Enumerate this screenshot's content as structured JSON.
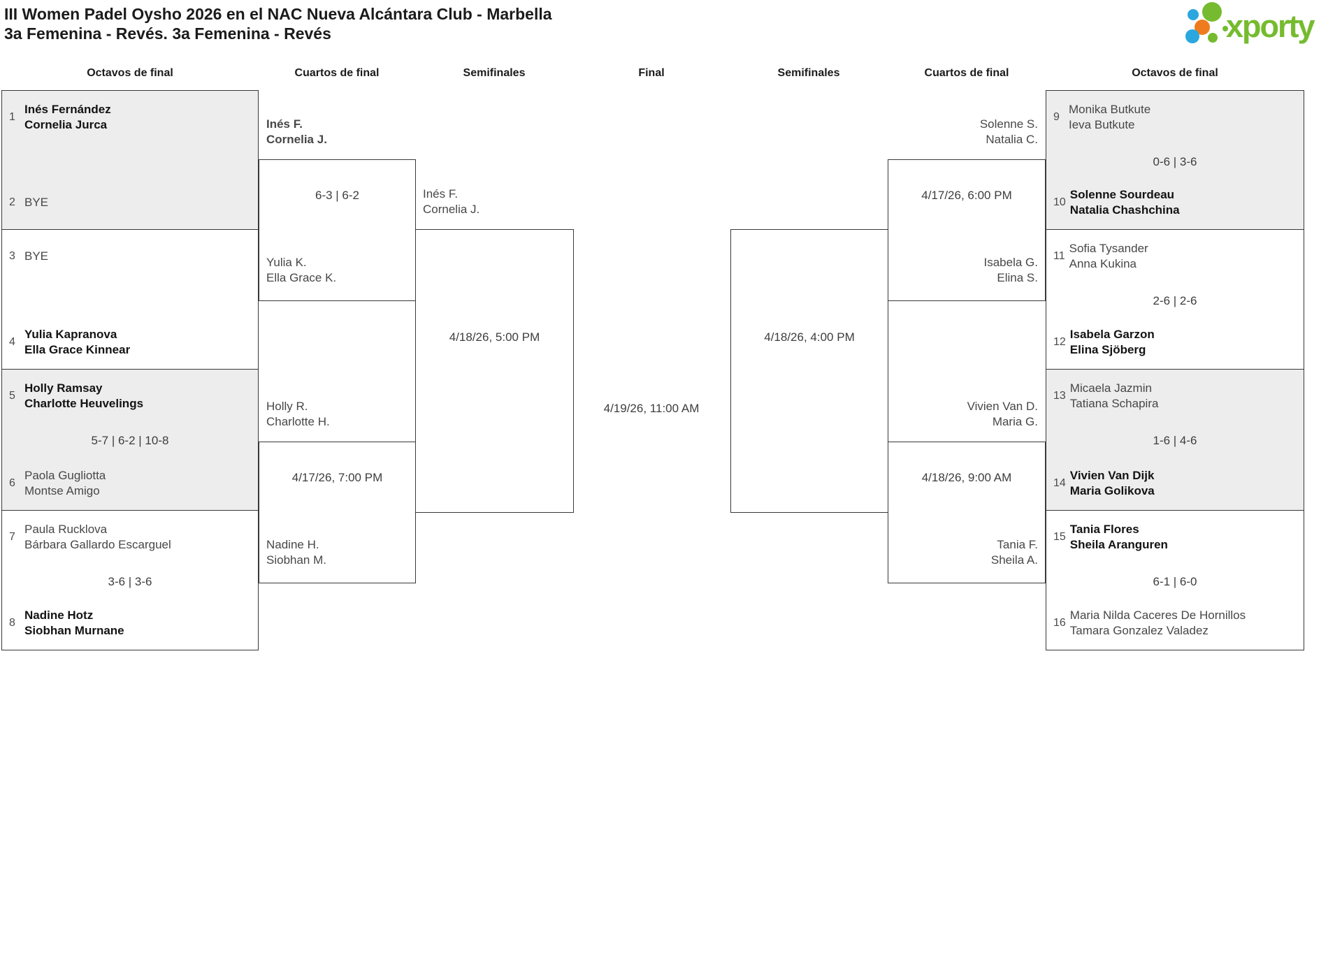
{
  "header": {
    "title": "III Women Padel Oysho 2026 en el NAC Nueva Alcántara Club - Marbella",
    "subtitle": "3a Femenina - Revés. 3a Femenina - Revés",
    "logo": {
      "wordmark": "xporty",
      "green": "#76bb2f",
      "blue": "#2ba7df",
      "orange": "#ee7c1e"
    }
  },
  "round_labels": {
    "octavos_left": "Octavos de final",
    "cuartos_left": "Cuartos de final",
    "semis_left": "Semifinales",
    "final": "Final",
    "semis_right": "Semifinales",
    "cuartos_right": "Cuartos de final",
    "octavos_right": "Octavos de final"
  },
  "bracket": {
    "octavos_left": [
      {
        "seed_a": "1",
        "team_a": [
          "Inés Fernández",
          "Cornelia Jurca"
        ],
        "a_winner": true,
        "score": "",
        "seed_b": "2",
        "team_b": [
          "BYE",
          ""
        ],
        "b_winner": false
      },
      {
        "seed_a": "3",
        "team_a": [
          "BYE",
          ""
        ],
        "a_winner": false,
        "score": "",
        "seed_b": "4",
        "team_b": [
          "Yulia Kapranova",
          "Ella Grace Kinnear"
        ],
        "b_winner": true
      },
      {
        "seed_a": "5",
        "team_a": [
          "Holly Ramsay",
          "Charlotte Heuvelings"
        ],
        "a_winner": true,
        "score": "5-7 | 6-2 | 10-8",
        "seed_b": "6",
        "team_b": [
          "Paola Gugliotta",
          "Montse Amigo"
        ],
        "b_winner": false
      },
      {
        "seed_a": "7",
        "team_a": [
          "Paula Rucklova",
          "Bárbara Gallardo Escarguel"
        ],
        "a_winner": false,
        "score": "3-6 | 3-6",
        "seed_b": "8",
        "team_b": [
          "Nadine Hotz",
          "Siobhan Murnane"
        ],
        "b_winner": true
      }
    ],
    "octavos_right": [
      {
        "seed_a": "9",
        "team_a": [
          "Monika Butkute",
          "Ieva Butkute"
        ],
        "a_winner": false,
        "score": "0-6 | 3-6",
        "seed_b": "10",
        "team_b": [
          "Solenne Sourdeau",
          "Natalia Chashchina"
        ],
        "b_winner": true
      },
      {
        "seed_a": "11",
        "team_a": [
          "Sofia Tysander",
          "Anna Kukina"
        ],
        "a_winner": false,
        "score": "2-6 | 2-6",
        "seed_b": "12",
        "team_b": [
          "Isabela Garzon",
          "Elina Sjöberg"
        ],
        "b_winner": true
      },
      {
        "seed_a": "13",
        "team_a": [
          "Micaela Jazmin",
          "Tatiana Schapira"
        ],
        "a_winner": false,
        "score": "1-6 | 4-6",
        "seed_b": "14",
        "team_b": [
          "Vivien Van Dijk",
          "Maria Golikova"
        ],
        "b_winner": true
      },
      {
        "seed_a": "15",
        "team_a": [
          "Tania Flores",
          "Sheila Aranguren"
        ],
        "a_winner": true,
        "score": "6-1 | 6-0",
        "seed_b": "16",
        "team_b": [
          "Maria Nilda Caceres De Hornillos",
          "Tamara Gonzalez Valadez"
        ],
        "b_winner": false
      }
    ],
    "cuartos_left": [
      {
        "top": [
          "Inés F.",
          "Cornelia J."
        ],
        "top_winner": true,
        "info": "6-3 | 6-2",
        "bottom": [
          "Yulia K.",
          "Ella Grace K."
        ],
        "bottom_winner": false
      },
      {
        "top": [
          "Holly R.",
          "Charlotte H."
        ],
        "top_winner": false,
        "info": "4/17/26, 7:00 PM",
        "bottom": [
          "Nadine H.",
          "Siobhan M."
        ],
        "bottom_winner": false
      }
    ],
    "cuartos_right": [
      {
        "top": [
          "Solenne S.",
          "Natalia C."
        ],
        "top_winner": false,
        "info": "4/17/26, 6:00 PM",
        "bottom": [
          "Isabela G.",
          "Elina S."
        ],
        "bottom_winner": false
      },
      {
        "top": [
          "Vivien Van D.",
          "Maria G."
        ],
        "top_winner": false,
        "info": "4/18/26, 9:00 AM",
        "bottom": [
          "Tania F.",
          "Sheila A."
        ],
        "bottom_winner": false
      }
    ],
    "semi_left": {
      "top": [
        "Inés F.",
        "Cornelia J."
      ],
      "top_winner": false,
      "info": "4/18/26, 5:00 PM"
    },
    "semi_right": {
      "info": "4/18/26, 4:00 PM"
    },
    "final": {
      "info": "4/19/26, 11:00 AM"
    }
  }
}
